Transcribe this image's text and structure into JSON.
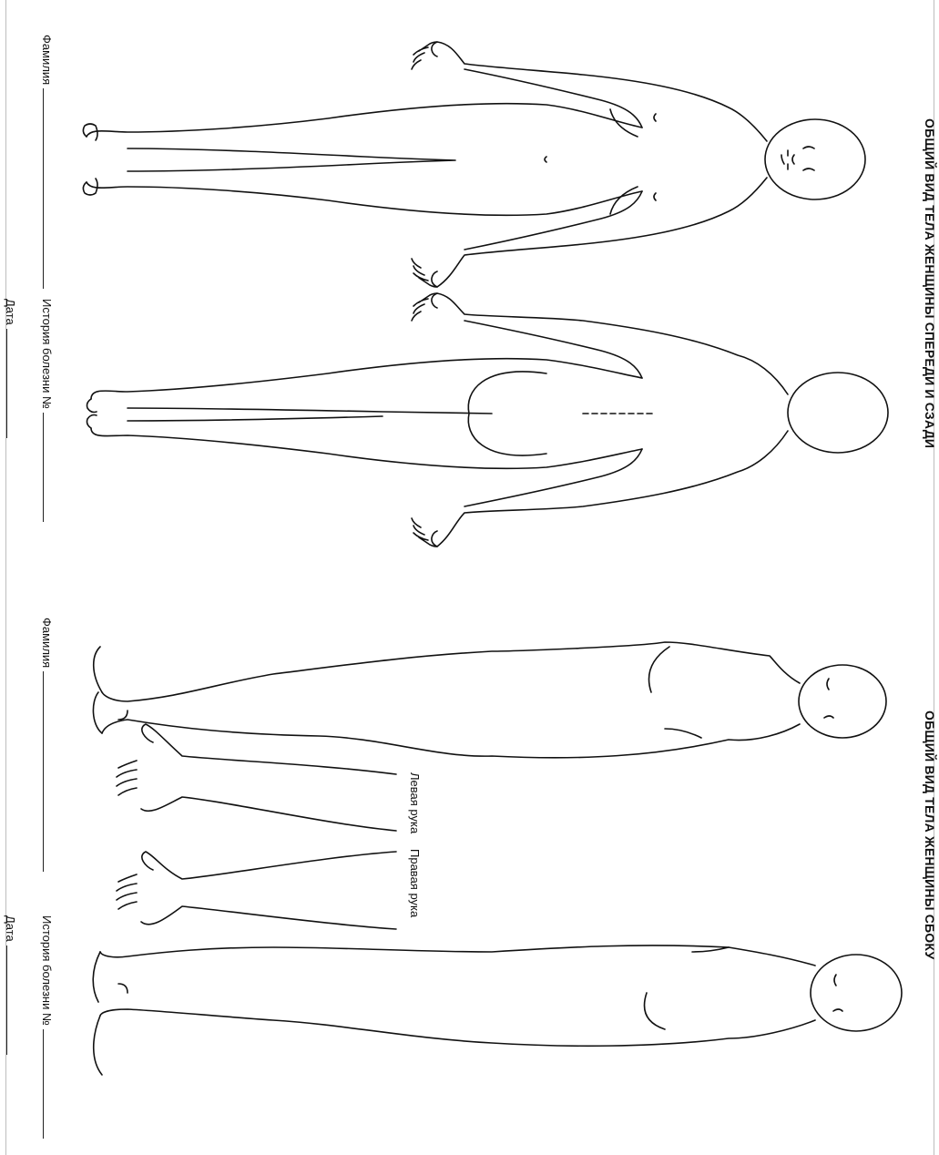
{
  "sheet1": {
    "title": "ОБЩИЙ ВИД ТЕЛА ЖЕНЩИНЫ СПЕРЕДИ И СЗАДИ",
    "surname_label": "Фамилия",
    "history_label": "История болезни №",
    "date_label": "Дата"
  },
  "sheet2": {
    "title": "ОБЩИЙ ВИД ТЕЛА ЖЕНЩИНЫ СБОКУ",
    "surname_label": "Фамилия",
    "history_label": "История болезни №",
    "date_label": "Дата",
    "left_arm_label": "Левая рука",
    "right_arm_label": "Правая рука"
  },
  "colors": {
    "line": "#111111",
    "paper": "#ffffff"
  }
}
